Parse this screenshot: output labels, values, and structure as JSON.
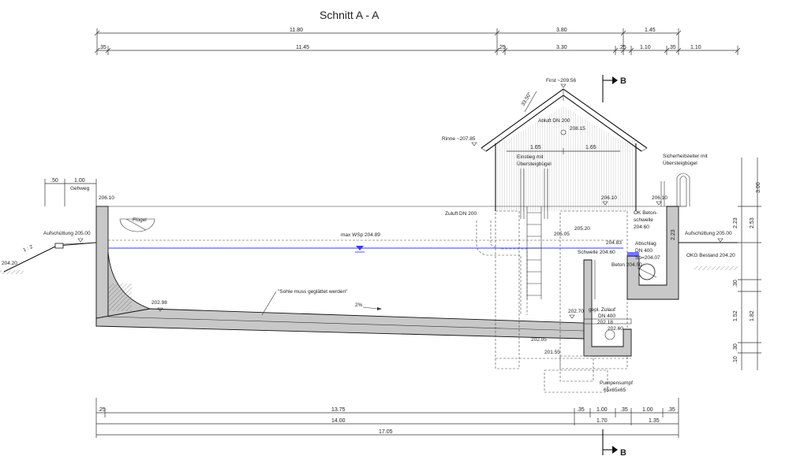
{
  "title": "Schnitt A - A",
  "top_dims_row1": [
    "11.80",
    "3.80",
    "1.45"
  ],
  "top_dims_row2": [
    ".35",
    "11.45",
    ".25",
    "3.30",
    ".25",
    "1.10",
    ".35",
    "1.10"
  ],
  "bottom_dims_row1": [
    ".25",
    "13.75",
    ".35",
    "1.00",
    ".35",
    "1.00",
    ".35"
  ],
  "bottom_dims_row2": [
    "14.00",
    "1.70",
    "1.35"
  ],
  "bottom_dims_row3": [
    "17.05"
  ],
  "right_dims": [
    "3.00",
    "2.23",
    "2.53",
    "2.23",
    ".30",
    "1.52",
    "1.82",
    ".30",
    ".10"
  ],
  "left_dims": [
    ".50",
    "1.00"
  ],
  "section_marker": "B",
  "labels": {
    "first": "First ~209.56",
    "roof_angle": "33.50°",
    "abluft": "Abluft DN 200",
    "lvl_208_15": "208.15",
    "rinne": "Rinne ~207.85",
    "dim_165_a": "1.65",
    "dim_165_b": "1.65",
    "einstieg": [
      "Einstieg mit",
      "Übersteigbügel"
    ],
    "sicherheitsleiter": [
      "Sicherheitsleiter mit",
      "Übersteigbügel"
    ],
    "gehweg": "Gehweg",
    "lvl_206_10_left": "206.10",
    "lvl_206_10_mid": "206.10",
    "lvl_206_10_right": "206.10",
    "fluegel": "Flügel",
    "aufschuettung_left": "Aufschüttung 205.00",
    "aufschuettung_right": "Aufschüttung 205.00",
    "slope": "1 : 2",
    "lvl_204_20": "204.20",
    "zuluft": "Zuluft DN 200",
    "max_wsp": "max WSp 204.89",
    "ok_beton": [
      "OK Beton-",
      "schwelle"
    ],
    "lvl_204_60": "204.60",
    "lvl_205_20": "205.20",
    "lvl_205_05": "205.05",
    "lvl_204_83": "204.83",
    "abschlag": [
      "Abschlag",
      "DN 400"
    ],
    "schwelle": "Schwelle 204.60",
    "so_204_07": "So=204.07",
    "okg_bestand": "OKG Bestand 204.20",
    "beton": "Beton 204.50",
    "sohle_note": "\"Sohle muss geglättet werden\"",
    "lvl_202_98": "202.98",
    "gradient": "2%",
    "lvl_202_70": "202.70",
    "gepl_zulauf": [
      "gepl. Zulauf",
      "DN 400"
    ],
    "lvl_202_18": "202.18",
    "lvl_202_60": "202.60",
    "lvl_202_05": "202.05",
    "lvl_201_55": "201.55",
    "pumpensumpf": [
      "Pumpensumpf",
      "65x65x65"
    ]
  }
}
